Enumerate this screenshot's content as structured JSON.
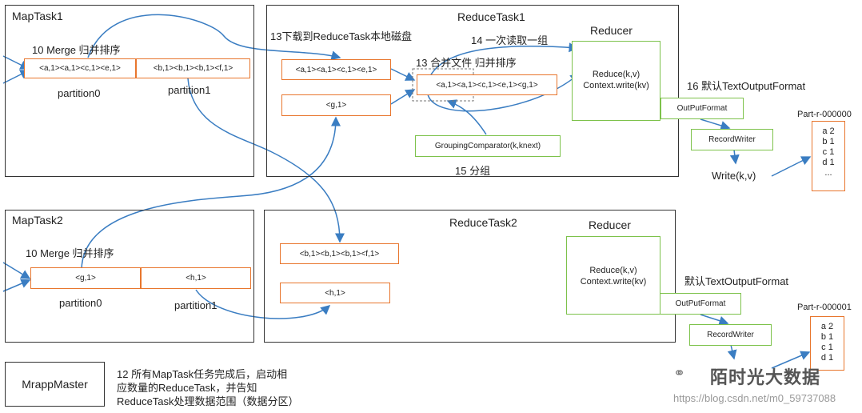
{
  "maptask1": {
    "title": "MapTask1",
    "merge_label": "10 Merge 归并排序",
    "partition0_data": "<a,1><a,1><c,1><e,1>",
    "partition1_data": "<b,1><b,1><b,1><f,1>",
    "partition0_label": "partition0",
    "partition1_label": "partition1"
  },
  "maptask2": {
    "title": "MapTask2",
    "merge_label": "10 Merge 归并排序",
    "partition0_data": "<g,1>",
    "partition1_data": "<h,1>",
    "partition0_label": "partition0",
    "partition1_label": "partition1"
  },
  "reducetask1": {
    "title": "ReduceTask1",
    "download_label": "13下载到ReduceTask本地磁盘",
    "read_label": "14 一次读取一组",
    "merge_label": "13 合并文件 归并排序",
    "input1": "<a,1><a,1><c,1><e,1>",
    "input2": "<g,1>",
    "merged": "<a,1><a,1><c,1><e,1><g,1>",
    "grouping": "GroupingComparator(k,knext)",
    "group_label": "15 分组",
    "reducer_title": "Reducer",
    "reduce_line1": "Reduce(k,v)",
    "reduce_line2": "Context.write(kv)",
    "output_format_label": "16 默认TextOutputFormat",
    "output_format": "OutPutFormat",
    "record_writer": "RecordWriter",
    "write": "Write(k,v)",
    "part_file_name": "Part-r-000000",
    "part_lines": [
      "a 2",
      "b 1",
      "c 1",
      "d 1",
      "..."
    ]
  },
  "reducetask2": {
    "title": "ReduceTask2",
    "input1": "<b,1><b,1><b,1><f,1>",
    "input2": "<h,1>",
    "reducer_title": "Reducer",
    "reduce_line1": "Reduce(k,v)",
    "reduce_line2": "Context.write(kv)",
    "output_format_label": "默认TextOutputFormat",
    "output_format": "OutPutFormat",
    "record_writer": "RecordWriter",
    "part_file_name": "Part-r-000001",
    "part_lines": [
      "a 2",
      "b 1",
      "c 1",
      "d 1"
    ]
  },
  "mrapp": {
    "title": "MrappMaster",
    "desc_line1": "12 所有MapTask任务完成后，启动相",
    "desc_line2": "应数量的ReduceTask，并告知",
    "desc_line3": "ReduceTask处理数据范围（数据分区）"
  },
  "watermark": {
    "brand": "陌时光大数据",
    "url": "https://blog.csdn.net/m0_59737088"
  },
  "colors": {
    "arrow": "#3a7dc2",
    "orange_border": "#e8762d",
    "green_border": "#7dc24b"
  }
}
